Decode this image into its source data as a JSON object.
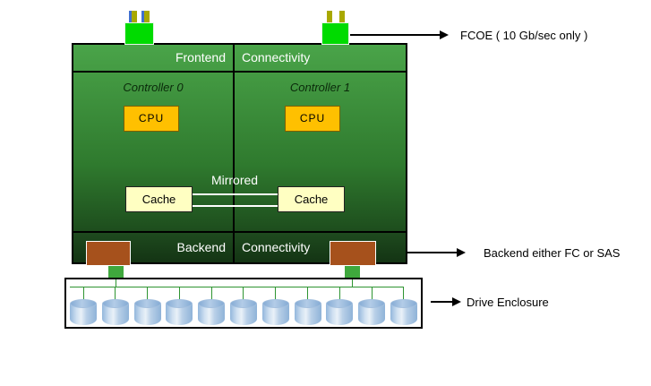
{
  "diagram": {
    "frontend_bar": {
      "left": "Frontend",
      "right": "Connectivity"
    },
    "backend_bar": {
      "left": "Backend",
      "right": "Connectivity"
    },
    "controllers": [
      {
        "label": "Controller 0"
      },
      {
        "label": "Controller 1"
      }
    ],
    "cpu_label": "CPU",
    "cache_label": "Cache",
    "mirrored_label": "Mirrored",
    "annotations": {
      "fcoe": "FCOE ( 10 Gb/sec only )",
      "backend": "Backend either FC or SAS",
      "enclosure": "Drive Enclosure"
    },
    "drive_enclosure": {
      "disk_count": 11
    }
  },
  "colors": {
    "box_green_top": "#4aa449",
    "box_green_bottom": "#153815",
    "port_green": "#00db00",
    "pin_olive": "#a8a800",
    "pin_blue": "#4070d0",
    "cpu_fill": "#ffc000",
    "cpu_border": "#7f6000",
    "cache_fill": "#ffffc2",
    "brown_fill": "#a6511c",
    "stub_green": "#3fa83d",
    "wire_green": "#2e9431",
    "disk_body": "#b9d0e8",
    "disk_top": "#86acd5",
    "text_light": "#ffffff"
  }
}
